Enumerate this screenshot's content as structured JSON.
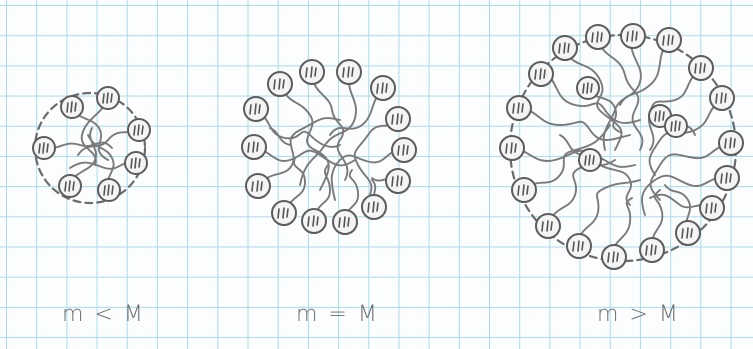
{
  "panels": [
    {
      "label": "m < M"
    },
    {
      "label": "m = M"
    },
    {
      "label": "m > M"
    }
  ],
  "colors": {
    "grid": "#a9dbea",
    "pencil": "#5c5c5c",
    "paper": "#fbfdfe"
  }
}
